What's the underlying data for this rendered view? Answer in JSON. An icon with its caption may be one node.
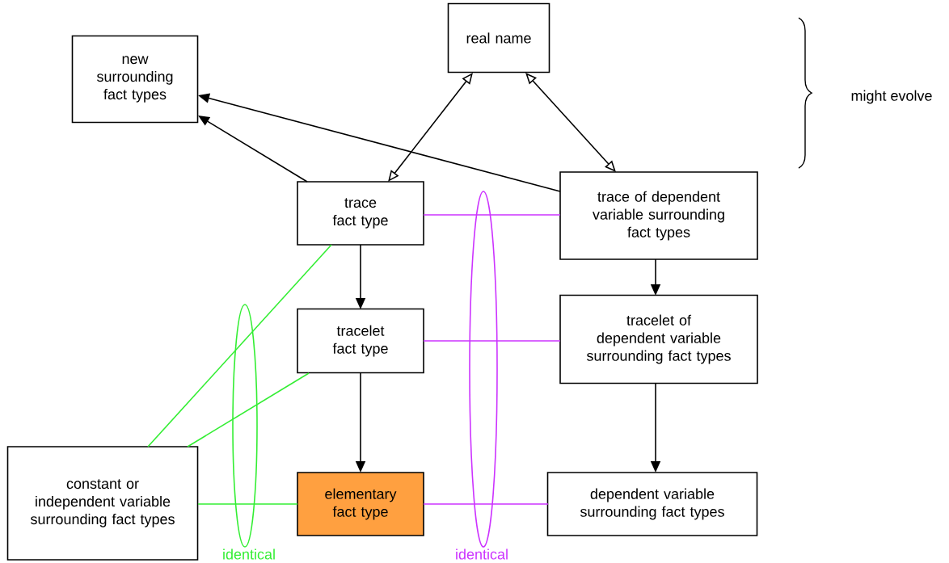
{
  "diagram": {
    "nodes": [
      {
        "text": [
          "new surrounding fact types"
        ]
      },
      {
        "text": [
          "real name"
        ]
      },
      {
        "text": [
          "trace fact type"
        ]
      },
      {
        "text": [
          "trace of dependent variable surrounding fact types"
        ]
      },
      {
        "text": [
          "tracelet fact type"
        ]
      },
      {
        "text": [
          "tracelet of dependent variable surrounding fact types"
        ]
      },
      {
        "text": [
          "constant or independent variable surrounding fact types"
        ]
      },
      {
        "text": [
          "elementary fact type"
        ]
      },
      {
        "text": [
          "dependent variable surrounding fact types"
        ]
      }
    ],
    "edges": [
      {
        "from": 2,
        "to": 0,
        "arrow": "to"
      },
      {
        "from": 3,
        "to": 0,
        "arrow": "to"
      },
      {
        "from": 2,
        "to": 1,
        "arrow": "both"
      },
      {
        "from": 3,
        "to": 1,
        "arrow": "both"
      },
      {
        "from": 2,
        "to": 4,
        "arrow": "to"
      },
      {
        "from": 3,
        "to": 5,
        "arrow": "to"
      },
      {
        "from": 4,
        "to": 7,
        "arrow": "to"
      },
      {
        "from": 5,
        "to": 8,
        "arrow": "to"
      },
      {
        "from": 2,
        "to": 3,
        "arrow": "none",
        "color": "#cc33ff"
      },
      {
        "from": 4,
        "to": 5,
        "arrow": "none",
        "color": "#cc33ff"
      },
      {
        "from": 7,
        "to": 8,
        "arrow": "none",
        "color": "#cc33ff"
      },
      {
        "from": 2,
        "to": 6,
        "arrow": "none",
        "color": "#33ee33"
      },
      {
        "from": 4,
        "to": 6,
        "arrow": "none",
        "color": "#33ee33"
      },
      {
        "from": 6,
        "to": 7,
        "arrow": "none",
        "color": "#33ee33"
      }
    ],
    "labels": [
      "might evolve",
      "identical",
      "identical"
    ]
  }
}
